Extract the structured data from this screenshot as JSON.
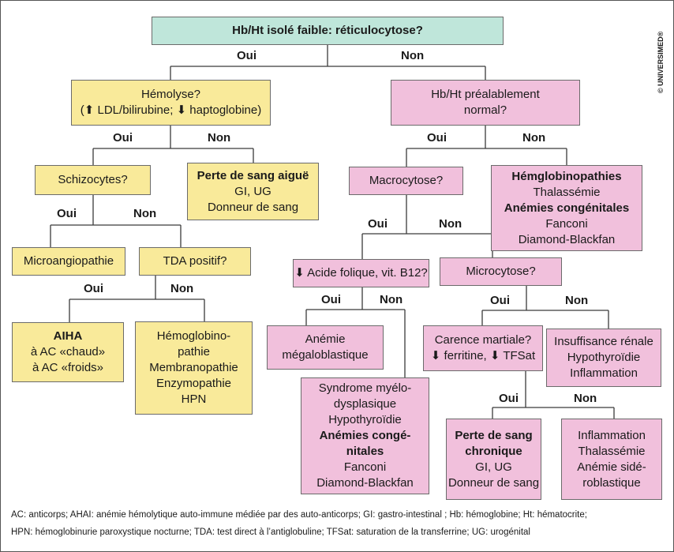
{
  "copyright": "© UNIVERSIMED®",
  "nodes": {
    "root": [
      "Hb/Ht isolé faible: réticulocytose?"
    ],
    "hemolyse": [
      "Hémolyse?",
      "(⬆ LDL/bilirubine; ⬇ haptoglobine)"
    ],
    "prealable": [
      "Hb/Ht préalablement",
      "normal?"
    ],
    "schizocytes": [
      "Schizocytes?"
    ],
    "perte_aigue": [
      "Perte de sang aiguë",
      "GI, UG",
      "Donneur de sang"
    ],
    "macrocytose": [
      "Macrocytose?"
    ],
    "hemoglobinopathies": [
      "Hémglobinopathies",
      "Thalassémie",
      "Anémies congénitales",
      "Fanconi",
      "Diamond-Blackfan"
    ],
    "microangiopathie": [
      "Microangiopathie"
    ],
    "tda": [
      "TDA positif?"
    ],
    "acide_folique": [
      "⬇ Acide folique, vit. B12?"
    ],
    "microcytose": [
      "Microcytose?"
    ],
    "aiha": [
      "AIHA",
      "à AC «chaud»",
      "à AC «froids»"
    ],
    "hemoglobinopathie2": [
      "Hémoglobino-",
      "pathie",
      "Membranopathie",
      "Enzymopathie",
      "HPN"
    ],
    "anemie_megalo": [
      "Anémie",
      "mégaloblastique"
    ],
    "carence": [
      "Carence martiale?",
      "⬇ ferritine, ⬇ TFSat"
    ],
    "insuffisance": [
      "Insuffisance rénale",
      "Hypothyroïdie",
      "Inflammation"
    ],
    "syndrome": [
      "Syndrome myélo-",
      "dysplasique",
      "Hypothyroïdie",
      "Anémies congé-",
      "nitales",
      "Fanconi",
      "Diamond-Blackfan"
    ],
    "perte_chronique": [
      "Perte de sang",
      "chronique",
      "GI, UG",
      "Donneur de sang"
    ],
    "inflammation": [
      "Inflammation",
      "Thalassémie",
      "Anémie sidé-",
      "roblastique"
    ]
  },
  "edge_labels": {
    "yes": "Oui",
    "no": "Non"
  },
  "footnotes": [
    "AC: anticorps; AHAI: anémie hémolytique auto-immune médiée par des auto-anticorps; GI: gastro-intestinal ; Hb: hémoglobine; Ht: hématocrite;",
    "HPN: hémoglobinurie paroxystique nocturne; TDA: test direct à l’antiglobuline; TFSat: saturation de la transferrine; UG: urogénital"
  ]
}
